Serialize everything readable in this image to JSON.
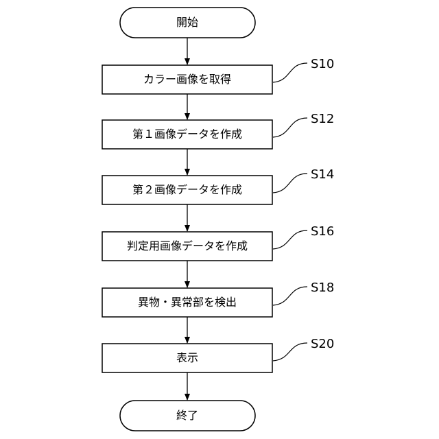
{
  "flowchart": {
    "start": "開始",
    "steps": [
      {
        "id": "S10",
        "text": "カラー画像を取得"
      },
      {
        "id": "S12",
        "text": "第１画像データを作成"
      },
      {
        "id": "S14",
        "text": "第２画像データを作成"
      },
      {
        "id": "S16",
        "text": "判定用画像データを作成"
      },
      {
        "id": "S18",
        "text": "異物・異常部を検出"
      },
      {
        "id": "S20",
        "text": "表示"
      }
    ],
    "end": "終了"
  },
  "colors": {
    "stroke": "#000000",
    "fill": "#ffffff"
  }
}
